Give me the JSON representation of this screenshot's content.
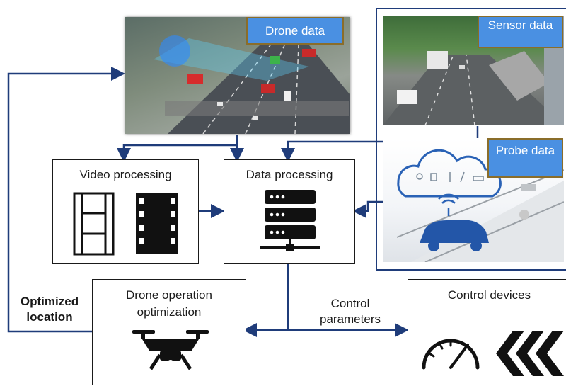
{
  "inputs": {
    "drone": {
      "tag": "Drone data"
    },
    "sensor": {
      "tag": "Sensor data"
    },
    "probe": {
      "tag": "Probe data"
    }
  },
  "processing": {
    "video": {
      "title": "Video processing"
    },
    "data": {
      "title": "Data processing"
    }
  },
  "drone_opt": {
    "title_line1": "Drone operation",
    "title_line2": "optimization"
  },
  "control_devices": {
    "title": "Control devices"
  },
  "edges": {
    "optimized_line1": "Optimized",
    "optimized_line2": "location",
    "control_line1": "Control",
    "control_line2": "parameters"
  },
  "colors": {
    "arrow": "#1f3c7a",
    "tag_fill": "#4a90e2",
    "tag_border": "#8a6d2a",
    "cloud": "#2a62b6"
  }
}
